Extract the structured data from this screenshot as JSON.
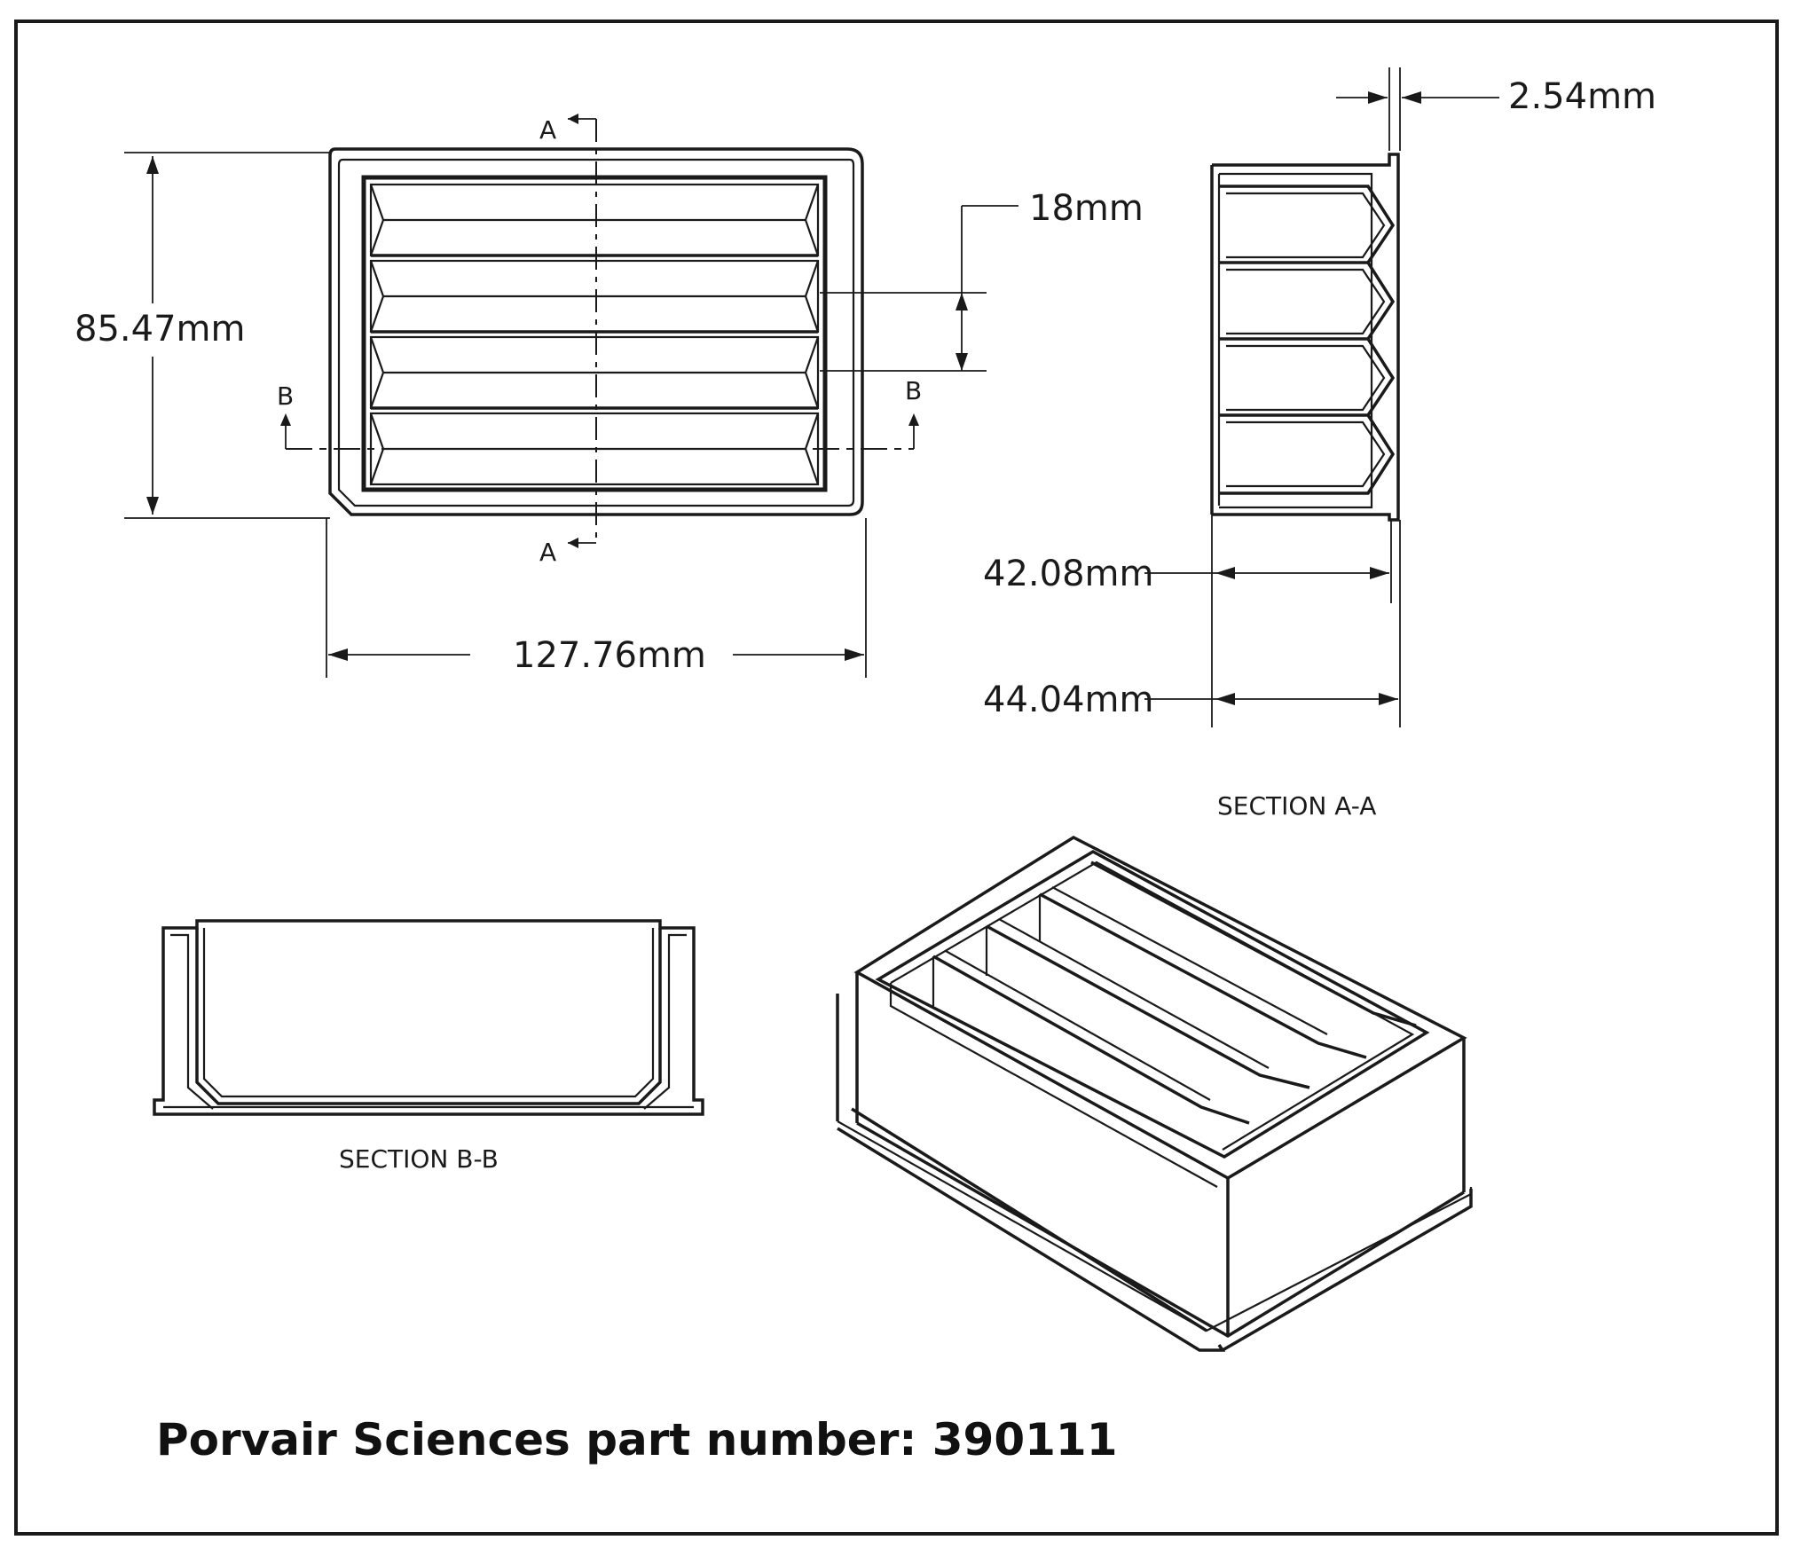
{
  "dimensions": {
    "height": "85.47mm",
    "width": "127.76mm",
    "channel_pitch": "18mm",
    "flange": "2.54mm",
    "depth_inner": "42.08mm",
    "depth_outer": "44.04mm"
  },
  "section_markers": {
    "a_top": "A",
    "a_bottom": "A",
    "b_left": "B",
    "b_right": "B"
  },
  "section_titles": {
    "aa": "SECTION A-A",
    "bb": "SECTION B-B"
  },
  "caption": "Porvair Sciences part number: 390111",
  "colors": {
    "line": "#1a1a1a",
    "background": "#ffffff"
  }
}
